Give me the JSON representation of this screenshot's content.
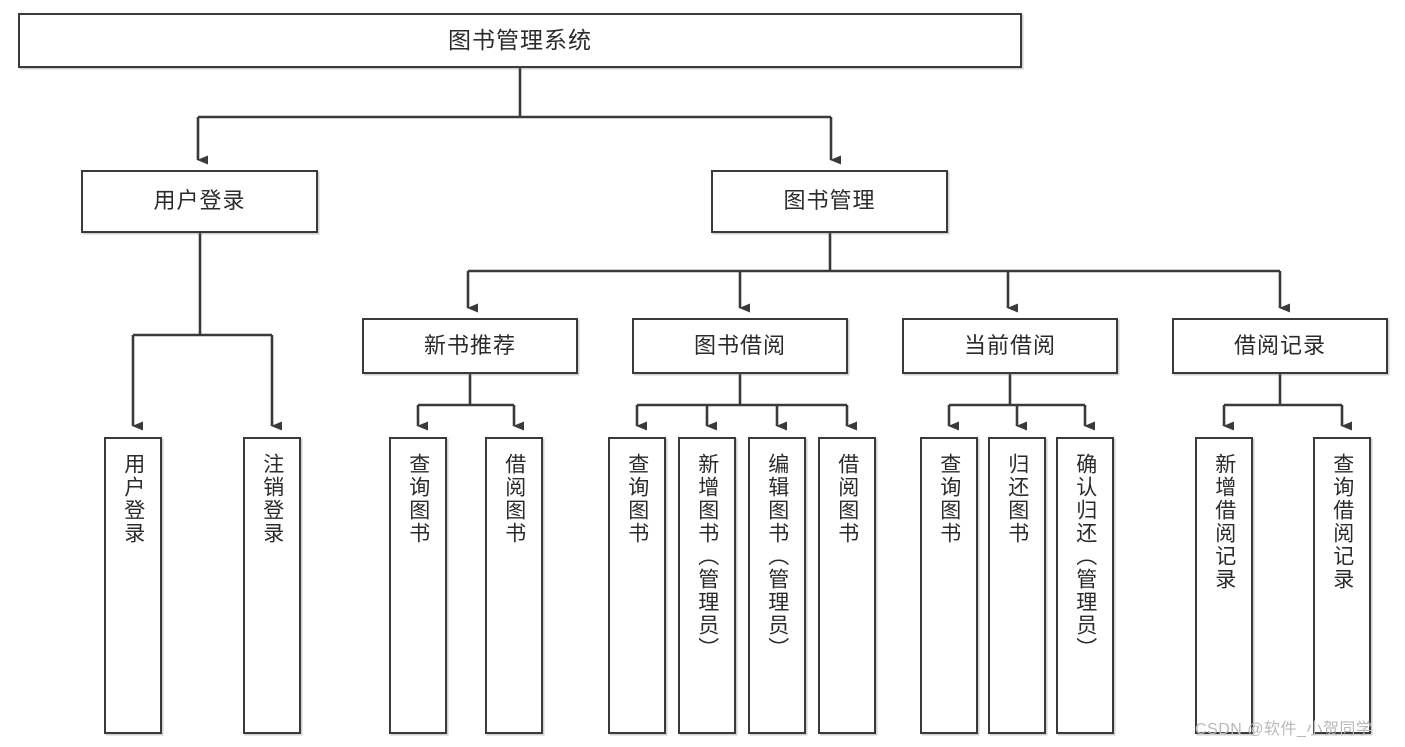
{
  "diagram": {
    "type": "tree-hierarchy",
    "title": "图书管理系统",
    "orientation": "top-down",
    "colors": {
      "box_border": "#3a3a3a",
      "box_fill": "#ffffff",
      "edge": "#3a3a3a",
      "text": "#2b2b2b",
      "watermark": "#b9b9b9",
      "background": "#ffffff"
    },
    "nodes": {
      "root": {
        "id": "root",
        "label": "图书管理系统",
        "level": 1,
        "text_direction": "horizontal"
      },
      "level2": [
        {
          "id": "user-login",
          "label": "用户登录",
          "level": 2,
          "text_direction": "horizontal"
        },
        {
          "id": "book-manage",
          "label": "图书管理",
          "level": 2,
          "text_direction": "horizontal"
        }
      ],
      "level3": [
        {
          "id": "new-book-recommend",
          "label": "新书推荐",
          "level": 3,
          "text_direction": "horizontal",
          "parent": "book-manage"
        },
        {
          "id": "book-borrow",
          "label": "图书借阅",
          "level": 3,
          "text_direction": "horizontal",
          "parent": "book-manage"
        },
        {
          "id": "current-borrow",
          "label": "当前借阅",
          "level": 3,
          "text_direction": "horizontal",
          "parent": "book-manage"
        },
        {
          "id": "borrow-record",
          "label": "借阅记录",
          "level": 3,
          "text_direction": "horizontal",
          "parent": "book-manage"
        }
      ],
      "leaves": [
        {
          "id": "leaf-user-login",
          "label": "用户登录",
          "parent": "user-login",
          "text_direction": "vertical"
        },
        {
          "id": "leaf-logout",
          "label": "注销登录",
          "parent": "user-login",
          "text_direction": "vertical"
        },
        {
          "id": "leaf-query-book-1",
          "label": "查询图书",
          "parent": "new-book-recommend",
          "text_direction": "vertical"
        },
        {
          "id": "leaf-borrow-book-1",
          "label": "借阅图书",
          "parent": "new-book-recommend",
          "text_direction": "vertical"
        },
        {
          "id": "leaf-query-book-2",
          "label": "查询图书",
          "parent": "book-borrow",
          "text_direction": "vertical"
        },
        {
          "id": "leaf-add-book",
          "label": "新增图书（管理员）",
          "parent": "book-borrow",
          "text_direction": "vertical"
        },
        {
          "id": "leaf-edit-book",
          "label": "编辑图书（管理员）",
          "parent": "book-borrow",
          "text_direction": "vertical"
        },
        {
          "id": "leaf-borrow-book-2",
          "label": "借阅图书",
          "parent": "book-borrow",
          "text_direction": "vertical"
        },
        {
          "id": "leaf-query-book-3",
          "label": "查询图书",
          "parent": "current-borrow",
          "text_direction": "vertical"
        },
        {
          "id": "leaf-return-book",
          "label": "归还图书",
          "parent": "current-borrow",
          "text_direction": "vertical"
        },
        {
          "id": "leaf-confirm-return",
          "label": "确认归还（管理员）",
          "parent": "current-borrow",
          "text_direction": "vertical"
        },
        {
          "id": "leaf-add-record",
          "label": "新增借阅记录",
          "parent": "borrow-record",
          "text_direction": "vertical"
        },
        {
          "id": "leaf-query-record",
          "label": "查询借阅记录",
          "parent": "borrow-record",
          "text_direction": "vertical"
        }
      ]
    }
  },
  "watermark": {
    "text": "CSDN @软件_小贺同学"
  }
}
